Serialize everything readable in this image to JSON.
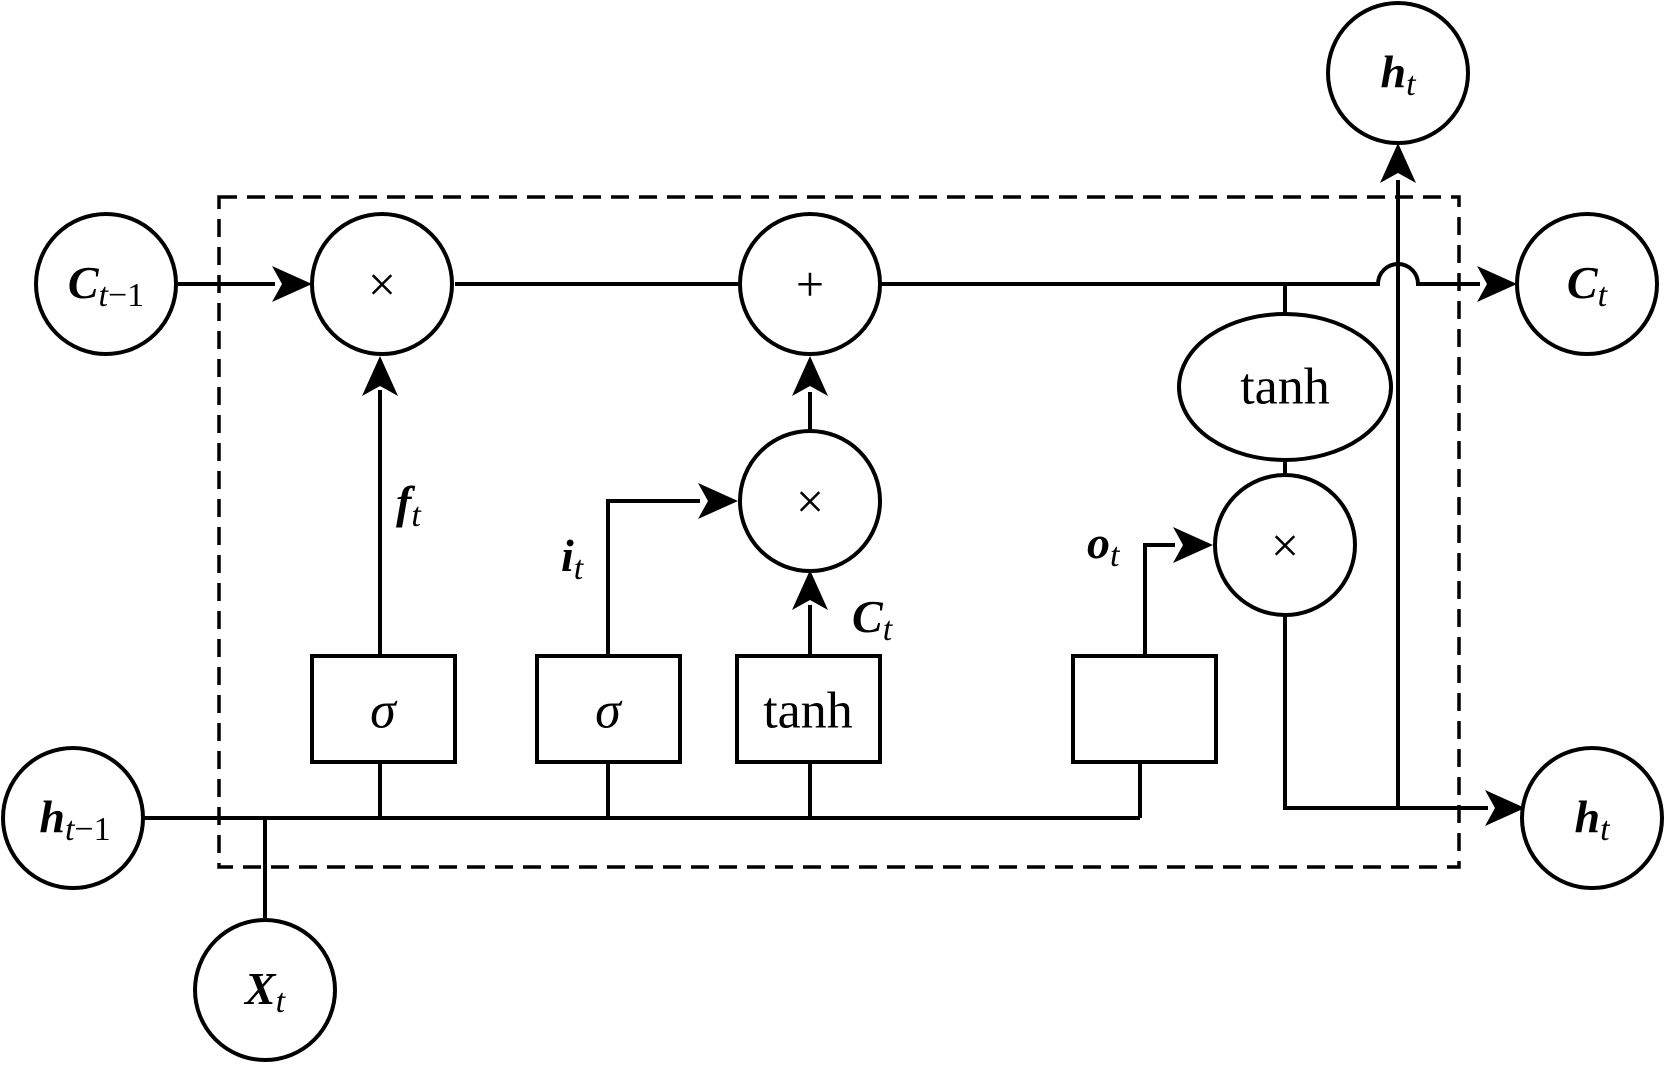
{
  "nodes": {
    "c_prev": {
      "main": "C",
      "sub": "t",
      "suffix": "−1"
    },
    "h_prev": {
      "main": "h",
      "sub": "t",
      "suffix": "−1"
    },
    "x_in": {
      "main": "X",
      "sub": "t"
    },
    "c_out": {
      "main": "C",
      "sub": "t"
    },
    "h_out_right": {
      "main": "h",
      "sub": "t"
    },
    "h_out_top": {
      "main": "h",
      "sub": "t"
    }
  },
  "operators": {
    "forget_mult": "×",
    "cell_add": "+",
    "input_mult": "×",
    "output_mult": "×"
  },
  "boxes": {
    "forget_gate": "σ",
    "input_gate": "σ",
    "candidate": "tanh",
    "output_gate": ""
  },
  "ellipse": {
    "label": "tanh"
  },
  "edge_labels": {
    "f": {
      "main": "f",
      "sub": "t"
    },
    "i": {
      "main": "i",
      "sub": "t"
    },
    "c": {
      "main": "C",
      "sub": "t"
    },
    "o": {
      "main": "o",
      "sub": "t"
    }
  }
}
